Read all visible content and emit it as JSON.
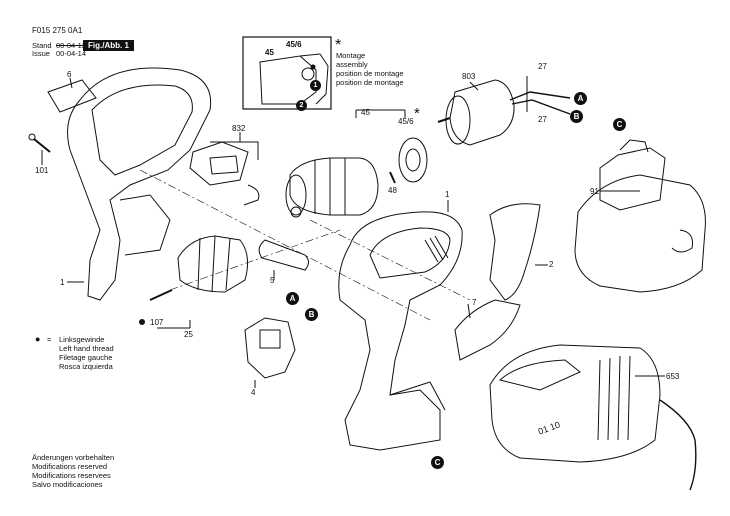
{
  "header": {
    "doc_number": "F015 275 0A1",
    "stand_label": "Stand",
    "stand_date": "00-04-12",
    "issue_label": "Issue",
    "issue_date": "00-04-14",
    "figure": "Fig./Abb. 1"
  },
  "montage": {
    "star": "*",
    "lines": [
      "Montage",
      "assembly",
      "position de montage",
      "position de montage"
    ]
  },
  "legend": {
    "symbol": "●",
    "equals": "=",
    "lines": [
      "Linksgewinde",
      "Left hand thread",
      "Filetage gauche",
      "Rosca izquierda"
    ]
  },
  "footer": {
    "lines": [
      "Änderungen vorbehalten",
      "Modifications reserved",
      "Modifications reservees",
      "Salvo modificaciones"
    ]
  },
  "labels": {
    "p6": "6",
    "p101": "101",
    "p1_left": "1",
    "p832": "832",
    "p45_top": "45",
    "p45_6_top": "45/6",
    "c1": "1",
    "c2": "2",
    "p803": "803",
    "p27a": "27",
    "p27b": "27",
    "p45": "45",
    "p45_6": "45/6",
    "star2": "*",
    "p48": "48",
    "p91": "91",
    "p1_right": "1",
    "p2": "2",
    "p5": "5",
    "p7": "7",
    "p107": "107",
    "p25": "25",
    "p4": "4",
    "p653": "653",
    "charger_text": "01 10"
  },
  "callouts": {
    "A": "A",
    "B": "B",
    "C": "C"
  }
}
